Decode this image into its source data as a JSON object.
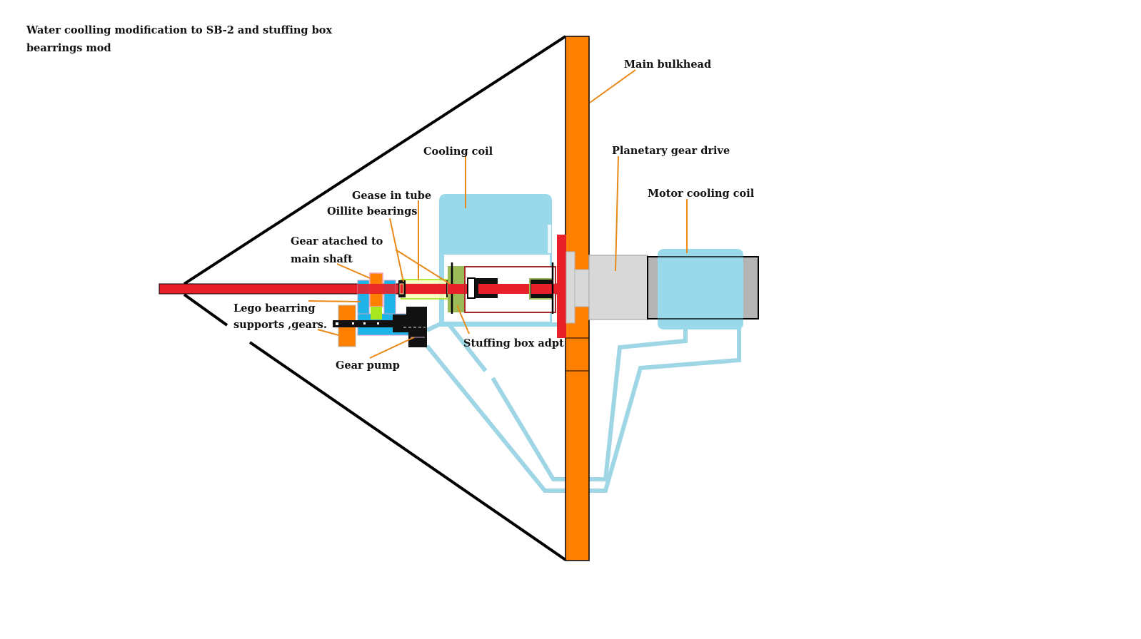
{
  "title": {
    "line1": "Water coolling modification to SB-2 and stuffing box",
    "line2": "bearrings mod"
  },
  "labels": {
    "main_bulkhead": "Main bulkhead",
    "cooling_coil": "Cooling coil",
    "planetary_gear_drive": "Planetary gear drive",
    "motor_cooling_coil": "Motor cooling coil",
    "gease_in_tube": "Gease in tube",
    "oillite_bearings": "Oillite bearings",
    "gear_attached_line1": "Gear atached to",
    "gear_attached_line2": "main shaft",
    "lego_bearing_line1": "Lego bearring",
    "lego_bearing_line2": "supports ,gears.",
    "gear_pump": "Gear pump",
    "stuffing_box_adpt": "Stuffing box adpt"
  },
  "colors": {
    "bulkhead": "#ff8000",
    "shaft": "#e8202a",
    "coolant": "#99d9ea",
    "lego_blue": "#1eb4e8",
    "lime": "#a8e61d",
    "olive": "#9bbb59",
    "grey_light": "#d8d8d8",
    "grey_dark": "#b4b4b4",
    "leader": "#e8891a",
    "hull": "#000000"
  }
}
